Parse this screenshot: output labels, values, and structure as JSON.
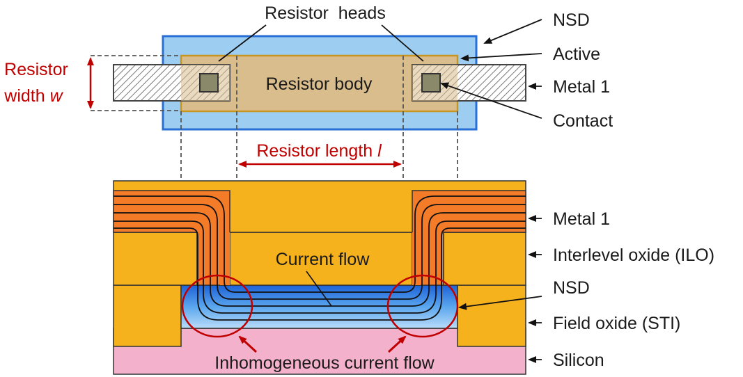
{
  "top_view": {
    "resistor_heads": "Resistor  heads",
    "resistor_body": "Resistor body",
    "width_label_line1": "Resistor",
    "width_label_line2": "width",
    "width_symbol": "w",
    "length_label": "Resistor length",
    "length_symbol": "l"
  },
  "top_legend": {
    "nsd": "NSD",
    "active": "Active",
    "metal1": "Metal 1",
    "contact": "Contact"
  },
  "cross_section": {
    "current_flow": "Current flow",
    "inhomogeneous": "Inhomogeneous current flow"
  },
  "bottom_legend": {
    "metal1": "Metal 1",
    "ilo": "Interlevel oxide (ILO)",
    "nsd": "NSD",
    "sti": "Field oxide (STI)",
    "silicon": "Silicon"
  },
  "colors": {
    "nsd_fill": "#9dcdf0",
    "nsd_stroke": "#2a6fd6",
    "active_fill": "#d9bd8c",
    "active_stroke": "#c8961e",
    "metal1_fill": "#f47b28",
    "oxide_fill": "#f6b21c",
    "silicon_fill": "#f4b1cb",
    "sti_fill": "#a7d4f4",
    "annotation_red": "#c00000"
  }
}
